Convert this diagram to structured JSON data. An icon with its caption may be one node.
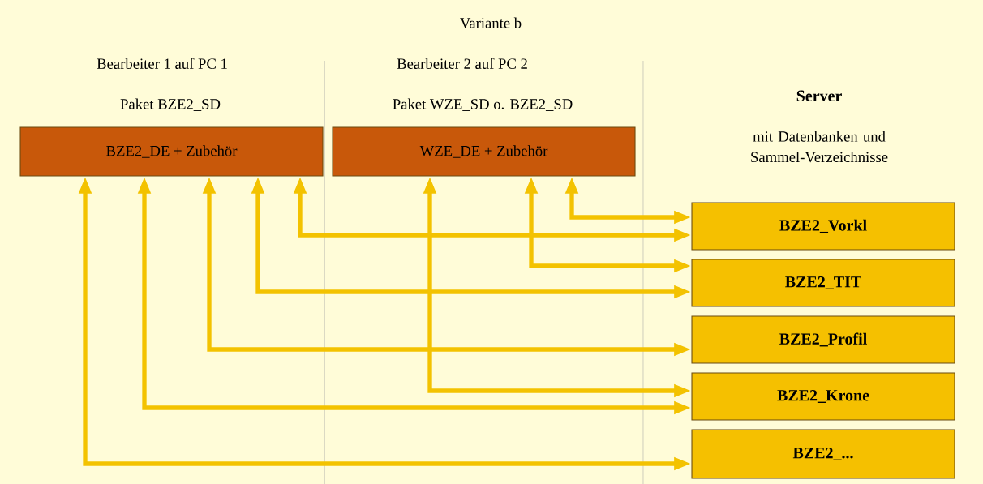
{
  "diagram": {
    "nodes": [
      {
        "text": [
          "BZE2_DE + Zubehör"
        ]
      },
      {
        "text": [
          "WZE_DE + Zubehör"
        ]
      },
      {
        "text": [
          "BZE2_Vorkl"
        ]
      },
      {
        "text": [
          "BZE2_TIT"
        ]
      },
      {
        "text": [
          "BZE2_Profil"
        ]
      },
      {
        "text": [
          "BZE2_Krone"
        ]
      },
      {
        "text": [
          "BZE2_..."
        ]
      }
    ],
    "edges": [
      {
        "from": 0,
        "to": 6,
        "arrow": "both"
      },
      {
        "from": 0,
        "to": 5,
        "arrow": "both"
      },
      {
        "from": 0,
        "to": 4,
        "arrow": "both"
      },
      {
        "from": 0,
        "to": 3,
        "arrow": "both"
      },
      {
        "from": 0,
        "to": 2,
        "arrow": "both"
      },
      {
        "from": 1,
        "to": 5,
        "arrow": "both"
      },
      {
        "from": 1,
        "to": 3,
        "arrow": "both"
      },
      {
        "from": 1,
        "to": 2,
        "arrow": "both"
      }
    ],
    "labels": [
      "Variante b",
      "Bearbeiter 1 auf PC 1",
      "Bearbeiter 2 auf PC 2",
      "Paket BZE2_SD",
      "Paket WZE_SD o. BZE2_SD",
      "Server",
      "mit Datenbanken und Sammel-Verzeichnisse"
    ]
  }
}
